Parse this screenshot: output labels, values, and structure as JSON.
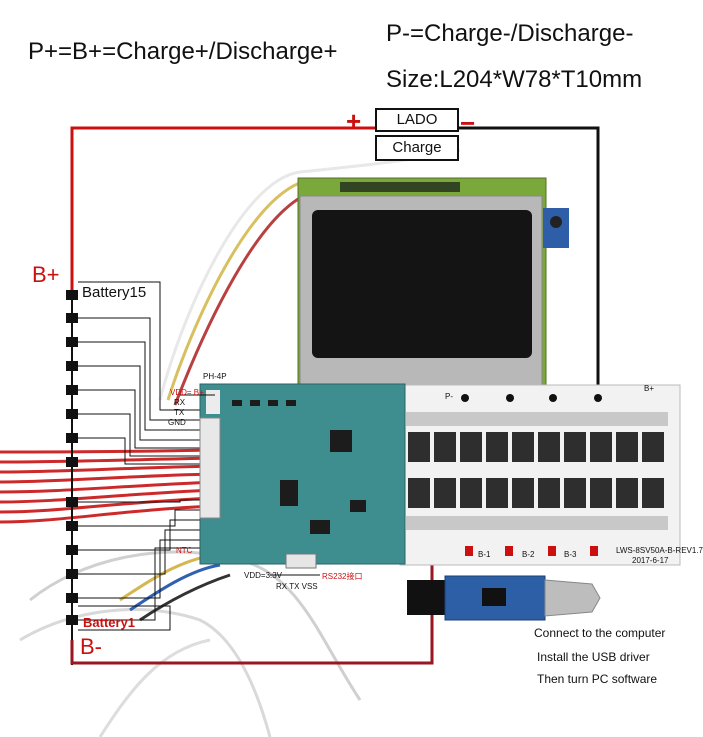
{
  "header": {
    "title_main": "P+=B+=Charge+/Discharge+",
    "title_p": "P-=Charge-/Discharge-",
    "title_size": "Size:L204*W78*T10mm"
  },
  "top_box": {
    "plus_sign": "+",
    "minus_sign": "−",
    "lado_label": "LADO",
    "charge_label": "Charge"
  },
  "battery": {
    "b_plus": "B+",
    "b_minus": "B-",
    "battery15": "Battery15",
    "battery1": "Battery1"
  },
  "connector_notes": {
    "ph4p": "PH-4P",
    "vdd_b": "VDD= B+",
    "rx": "RX",
    "tx": "TX",
    "gnd": "GND",
    "vdd33": "VDD=3.3V",
    "rx_tx_vss": "RX  TX  VSS",
    "rs232": "RS232接口",
    "ntc": "NTC"
  },
  "board_labels": {
    "p_minus": "P-",
    "b_plus_board": "B+",
    "b_minus_1": "B-1",
    "b_minus_2": "B-2",
    "b_minus_3": "B-3",
    "model": "LWS-8SV50A-B-REV1.7",
    "date": "2017-6-17"
  },
  "notes": [
    "Connect to the computer",
    "Install the USB driver",
    "Then turn PC software"
  ],
  "colors": {
    "red_wire": "#cc1010",
    "dark_red_wire": "#9a1620",
    "pcb_blue": "#3e8d8f",
    "lcd_green": "#7aa83a",
    "usb_blue": "#2c5fa6"
  }
}
